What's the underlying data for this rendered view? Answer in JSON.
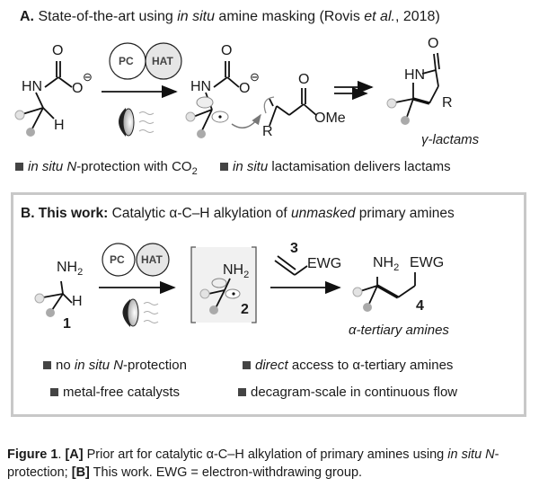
{
  "panel_a": {
    "label": "A.",
    "title_1": " State-of-the-art using ",
    "title_italic": "in situ",
    "title_2": " amine masking (Rovis ",
    "title_etal": "et al.",
    "title_3": ", 2018)",
    "cycle_pc": "PC",
    "cycle_hat": "HAT",
    "atoms": {
      "o": "O",
      "hn": "HN",
      "o_minus": "O",
      "minus": "⊖",
      "h": "H",
      "r": "R",
      "ome": "OMe"
    },
    "product_label": "γ-lactams",
    "bullets": [
      {
        "italic": "in situ N",
        "text": "-protection with CO",
        "sub": "2"
      },
      {
        "italic": "in situ",
        "text": " lactamisation delivers lactams"
      }
    ]
  },
  "panel_b": {
    "label": "B. This work:",
    "title_1": " Catalytic α-C–H alkylation of ",
    "title_italic": "unmasked",
    "title_2": " primary amines",
    "cycle_pc": "PC",
    "cycle_hat": "HAT",
    "atoms": {
      "nh": "NH",
      "two": "2",
      "h": "H",
      "ewg": "EWG"
    },
    "compound_numbers": [
      "1",
      "2",
      "3",
      "4"
    ],
    "product_label": "α-tertiary amines",
    "bullets": [
      {
        "pre": "no ",
        "italic": "in situ N",
        "text": "-protection"
      },
      {
        "italic": "direct",
        "text": " access to α-tertiary amines"
      },
      {
        "text": "metal-free catalysts"
      },
      {
        "text": "decagram-scale in continuous flow"
      }
    ]
  },
  "caption": {
    "label": "Figure 1",
    "sep": ". ",
    "a_tag": "[A]",
    "a_text": " Prior art for catalytic α-C–H alkylation of primary amines using ",
    "a_italic": "in situ N",
    "a_text2": "-protection; ",
    "b_tag": "[B]",
    "b_text": " This work. EWG = electron-withdrawing group."
  }
}
